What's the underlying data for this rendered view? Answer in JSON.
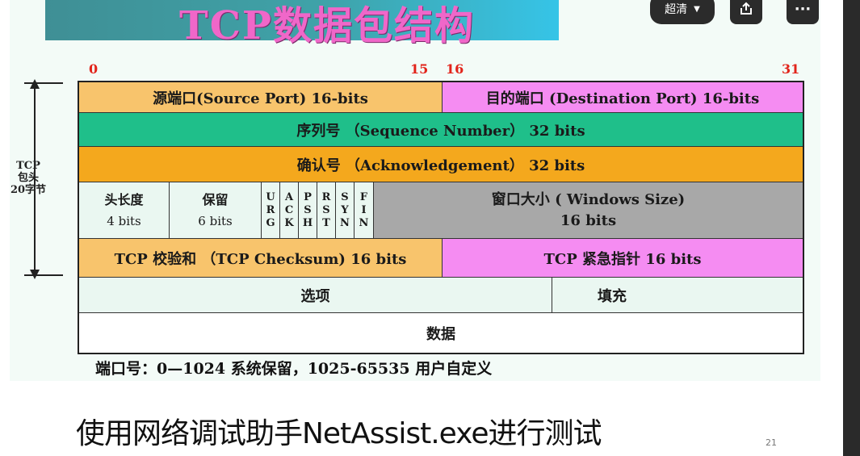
{
  "title": "TCP数据包结构",
  "bits": {
    "b0": "0",
    "b15": "15",
    "b16": "16",
    "b31": "31"
  },
  "side_label": [
    "TCP",
    "包头",
    "20字节"
  ],
  "rows": {
    "source_port": "源端口(Source Port) 16-bits",
    "dest_port": "目的端口 (Destination Port) 16-bits",
    "sequence": "序列号 （Sequence Number） 32 bits",
    "ack": "确认号 （Acknowledgement） 32 bits",
    "header_len": {
      "label": "头长度",
      "bits": "4 bits"
    },
    "reserved": {
      "label": "保留",
      "bits": "6 bits"
    },
    "flags": [
      [
        "U",
        "R",
        "G"
      ],
      [
        "A",
        "C",
        "K"
      ],
      [
        "P",
        "S",
        "H"
      ],
      [
        "R",
        "S",
        "T"
      ],
      [
        "S",
        "Y",
        "N"
      ],
      [
        "F",
        "I",
        "N"
      ]
    ],
    "window": {
      "label": "窗口大小 ( Windows Size)",
      "bits": "16 bits"
    },
    "checksum": "TCP 校验和 （TCP Checksum) 16 bits",
    "urgent": "TCP 紧急指针 16 bits",
    "options": "选项",
    "padding": "填充",
    "data": "数据"
  },
  "footer_note": "端口号：0—1024 系统保留，1025-65535 用户自定义",
  "caption": "使用网络调试助手NetAssist.exe进行测试",
  "page_number": "21",
  "toolbar": {
    "quality_label": "超清",
    "more_label": "···"
  },
  "colors": {
    "orange": "#f4a81d",
    "pink": "#f58cf2",
    "teal": "#1fbf8a",
    "light_orange": "#f8c46c",
    "grey": "#a8a8a8",
    "mint": "#eaf7f1"
  }
}
